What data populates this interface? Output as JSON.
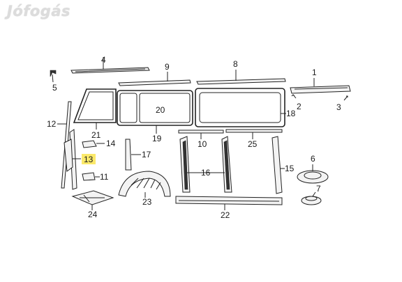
{
  "watermark": "Jófogás",
  "highlight_color": "#fbe96a",
  "callouts": [
    {
      "id": "c1",
      "label": "1"
    },
    {
      "id": "c2",
      "label": "2"
    },
    {
      "id": "c3",
      "label": "3"
    },
    {
      "id": "c4",
      "label": "4"
    },
    {
      "id": "c5",
      "label": "5"
    },
    {
      "id": "c6",
      "label": "6"
    },
    {
      "id": "c7",
      "label": "7"
    },
    {
      "id": "c8",
      "label": "8"
    },
    {
      "id": "c9",
      "label": "9"
    },
    {
      "id": "c10",
      "label": "10"
    },
    {
      "id": "c11",
      "label": "11"
    },
    {
      "id": "c12",
      "label": "12"
    },
    {
      "id": "c13",
      "label": "13",
      "highlighted": true
    },
    {
      "id": "c14",
      "label": "14"
    },
    {
      "id": "c15",
      "label": "15"
    },
    {
      "id": "c16",
      "label": "16"
    },
    {
      "id": "c17",
      "label": "17"
    },
    {
      "id": "c18",
      "label": "18"
    },
    {
      "id": "c19",
      "label": "19"
    },
    {
      "id": "c20",
      "label": "20"
    },
    {
      "id": "c21",
      "label": "21"
    },
    {
      "id": "c22",
      "label": "22"
    },
    {
      "id": "c23",
      "label": "23"
    },
    {
      "id": "c24",
      "label": "24"
    },
    {
      "id": "c25",
      "label": "25"
    }
  ]
}
